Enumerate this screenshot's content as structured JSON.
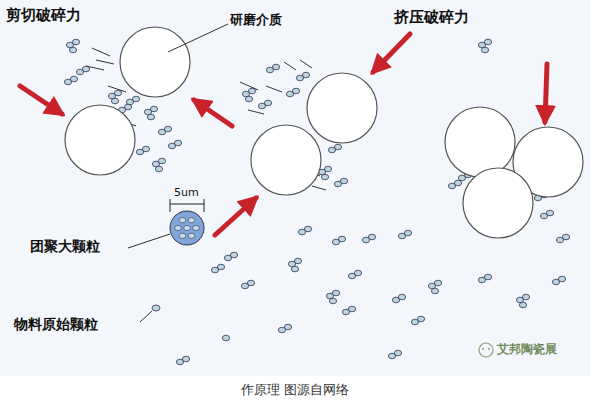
{
  "diagram": {
    "caption": "作原理 图源自网络",
    "labels": [
      "剪切破碎力",
      "研磨介质",
      "挤压破碎力",
      "5um",
      "团聚大颗粒",
      "物料原始颗粒",
      "艾邦陶瓷展"
    ]
  }
}
